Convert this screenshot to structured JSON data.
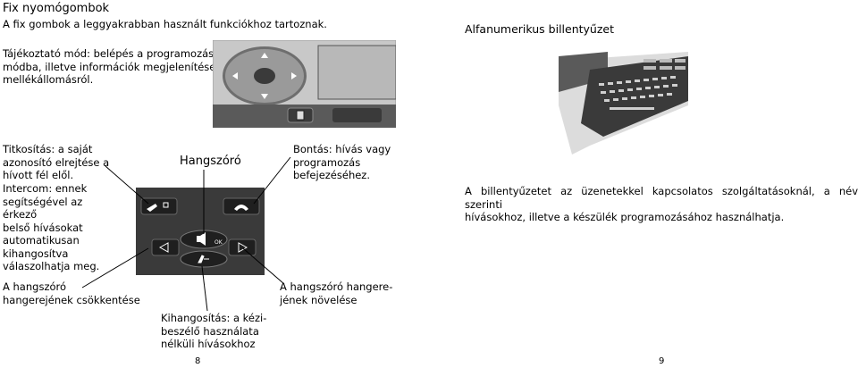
{
  "left_page": {
    "heading": "Fix nyomógombok",
    "intro": "A fix gombok a leggyakrabban használt funkciókhoz tartoznak.",
    "info_text": {
      "term": "Tájékoztató",
      "line1_rest": " mód: belépés a programozási",
      "line2": "módba, illetve információk megjelenítése a",
      "line3": "mellékállomásról."
    },
    "secrecy": {
      "term": "Titkosítás",
      "lines": [
        ": a saját",
        "azonosító elrejtése a",
        "hívott fél elől."
      ]
    },
    "intercom": {
      "term": "Intercom",
      "lines": [
        ": ennek",
        "segítségével az érkező",
        "belső hívásokat",
        "automatikusan",
        "kihangosítva",
        "válaszolhatja meg."
      ]
    },
    "speaker_label": "Hangszóró",
    "disconnect": {
      "term": "Bontás",
      "lines": [
        ": hívás vagy",
        "programozás",
        "befejezéséhez."
      ]
    },
    "vol_down": [
      "A hangszóró",
      "hangerejének csökkentése"
    ],
    "vol_up": [
      "A hangszóró hangere-",
      "jének növelése"
    ],
    "handsfree": {
      "term": "Kihangosítás",
      "lines": [
        ": a kézi-",
        "beszélő használata",
        "nélküli hívásokhoz"
      ]
    },
    "page_number": "8",
    "ok_key": "OK"
  },
  "right_page": {
    "heading": "Alfanumerikus billentyűzet",
    "description": [
      "A billentyűzetet az üzenetekkel kapcsolatos szolgáltatásoknál, a név szerinti",
      "hívásokhoz, illetve a készülék programozásához használhatja."
    ],
    "page_number": "9"
  },
  "colors": {
    "device_dark": "#3a3a3a",
    "device_mid": "#6e6e6e",
    "device_light": "#c8c8c8",
    "display": "#b8b8b8"
  }
}
